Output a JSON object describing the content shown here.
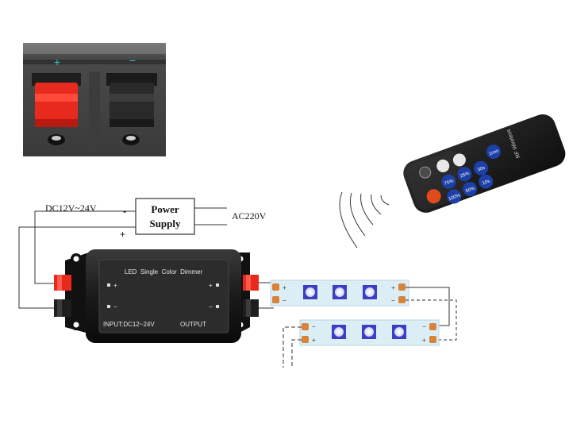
{
  "terminal_photo": {
    "plus_sign": "+",
    "minus_sign": "−",
    "colors": {
      "positive": "#e82a1e",
      "negative": "#2a2a2a",
      "marks": "#2bc4cf"
    }
  },
  "power_supply": {
    "title_line1": "Power",
    "title_line2": "Supply",
    "input_label": "AC220V",
    "output_label": "DC12V~24V",
    "minus_sign": "-",
    "plus_sign": "+"
  },
  "dimmer": {
    "title": "LED  Single  Color  Dimmer",
    "input_label": "INPUT:DC12~24V",
    "output_label": "OUTPUT",
    "terminal_plus": "+",
    "terminal_minus": "−"
  },
  "remote": {
    "brand": "RF Wireless",
    "buttons": [
      "75%",
      "25%",
      "30s",
      "1min",
      "100%",
      "50%",
      "10s"
    ]
  },
  "led_strip": {
    "plus_sign": "+",
    "minus_sign": "−",
    "colors": {
      "led": "#3b3fc4",
      "pad": "#d9823a",
      "body": "#dbeef5"
    }
  }
}
